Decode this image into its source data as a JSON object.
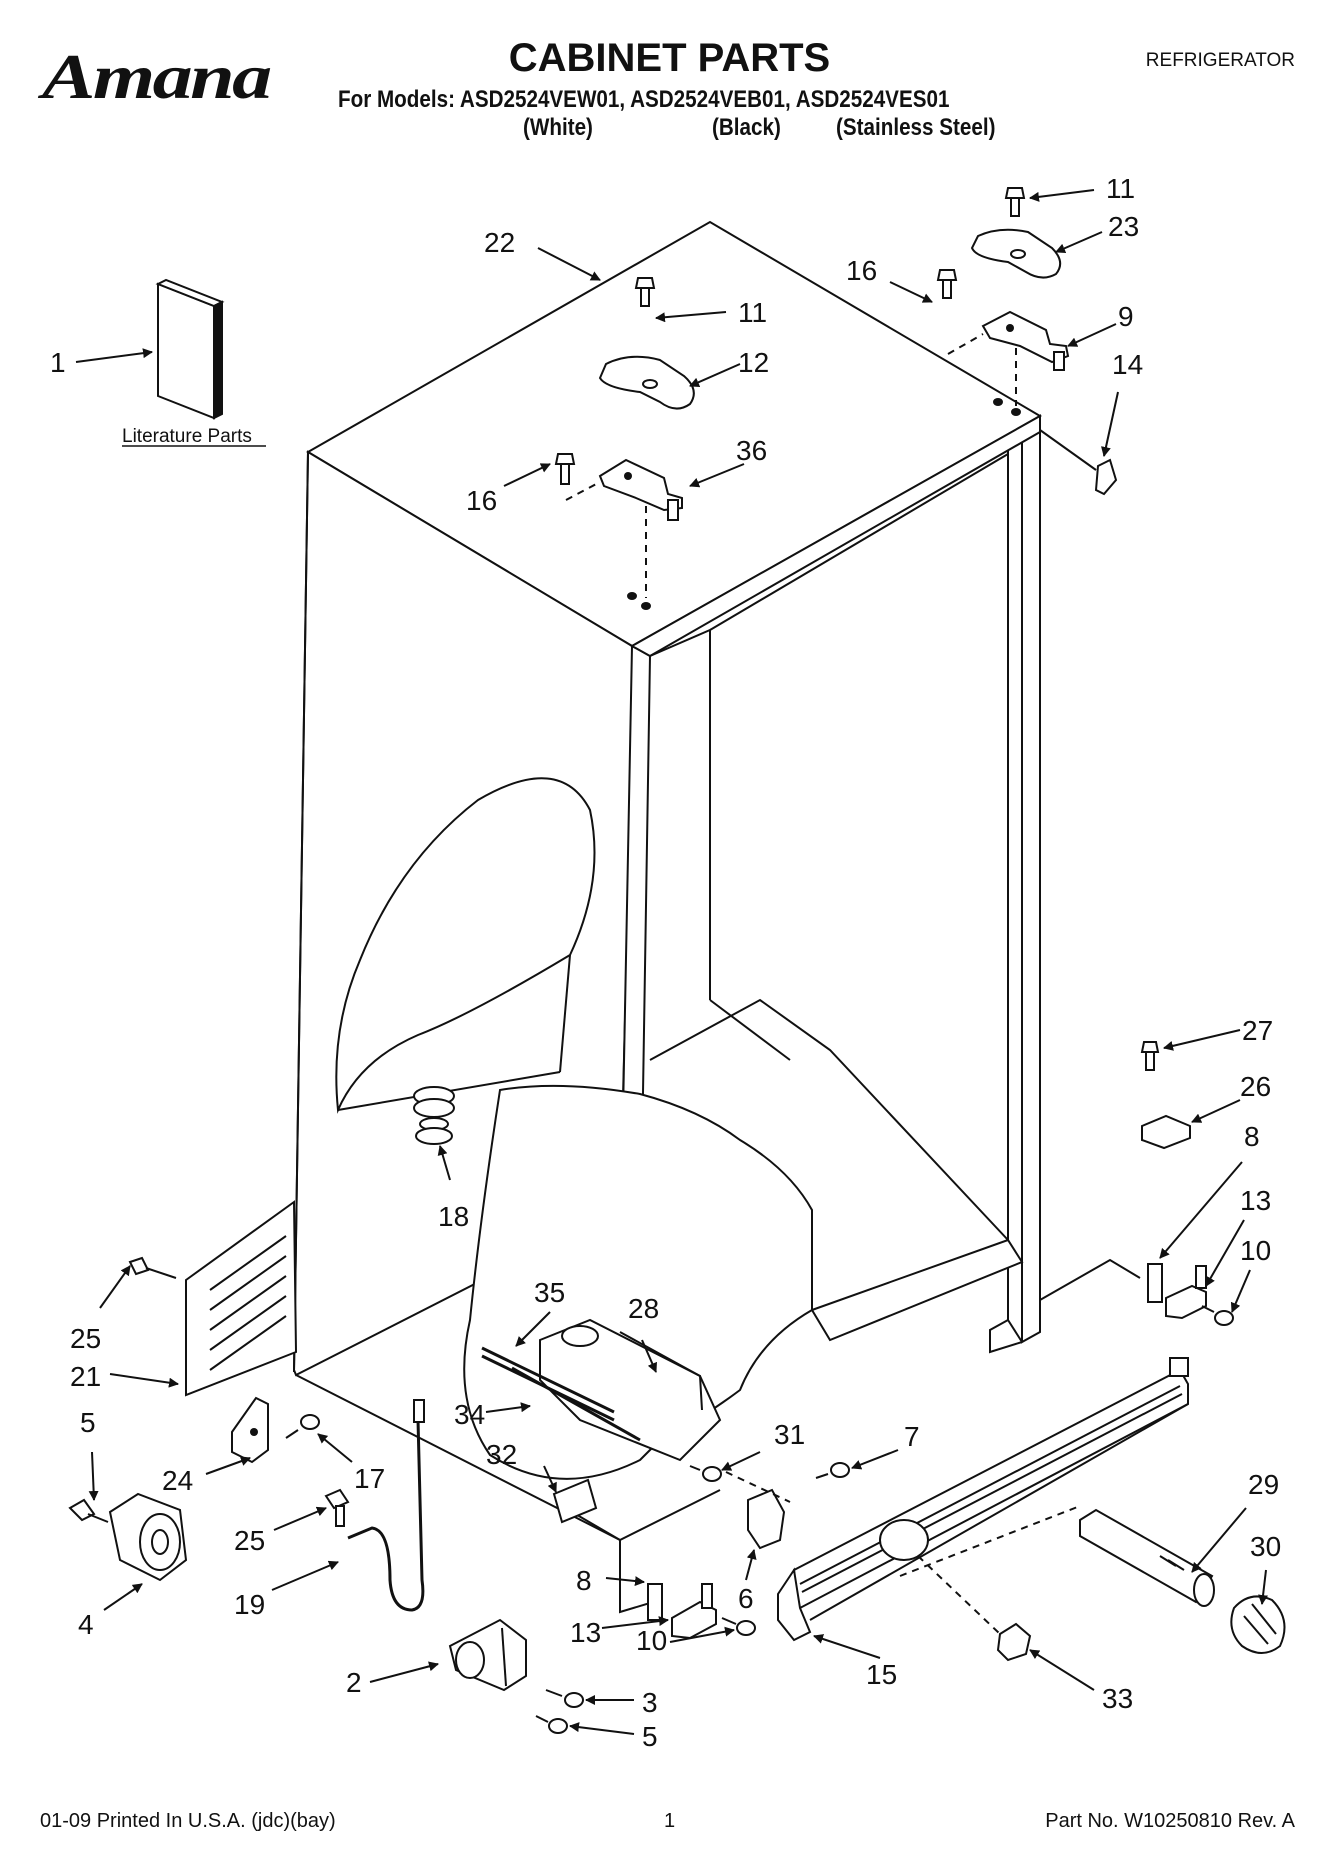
{
  "header": {
    "brand": "Amana",
    "title": "CABINET PARTS",
    "appliance": "REFRIGERATOR",
    "models_line": "For Models: ASD2524VEW01, ASD2524VEB01, ASD2524VES01",
    "variant_white": "(White)",
    "variant_black": "(Black)",
    "variant_stainless": "(Stainless Steel)"
  },
  "literature_label": "Literature Parts",
  "callouts": {
    "c1": "1",
    "c2": "2",
    "c3": "3",
    "c4": "4",
    "c5a": "5",
    "c5b": "5",
    "c6": "6",
    "c7": "7",
    "c8a": "8",
    "c8b": "8",
    "c9": "9",
    "c10a": "10",
    "c10b": "10",
    "c11a": "11",
    "c11b": "11",
    "c12": "12",
    "c13a": "13",
    "c13b": "13",
    "c14": "14",
    "c15": "15",
    "c16a": "16",
    "c16b": "16",
    "c17": "17",
    "c18": "18",
    "c19": "19",
    "c21": "21",
    "c22": "22",
    "c23": "23",
    "c24": "24",
    "c25a": "25",
    "c25b": "25",
    "c26": "26",
    "c27": "27",
    "c28": "28",
    "c29": "29",
    "c30": "30",
    "c31": "31",
    "c32": "32",
    "c33": "33",
    "c34": "34",
    "c35": "35",
    "c36": "36"
  },
  "footer": {
    "print_info": "01-09 Printed In U.S.A. (jdc)(bay)",
    "page_number": "1",
    "part_number": "Part No. W10250810 Rev. A"
  }
}
